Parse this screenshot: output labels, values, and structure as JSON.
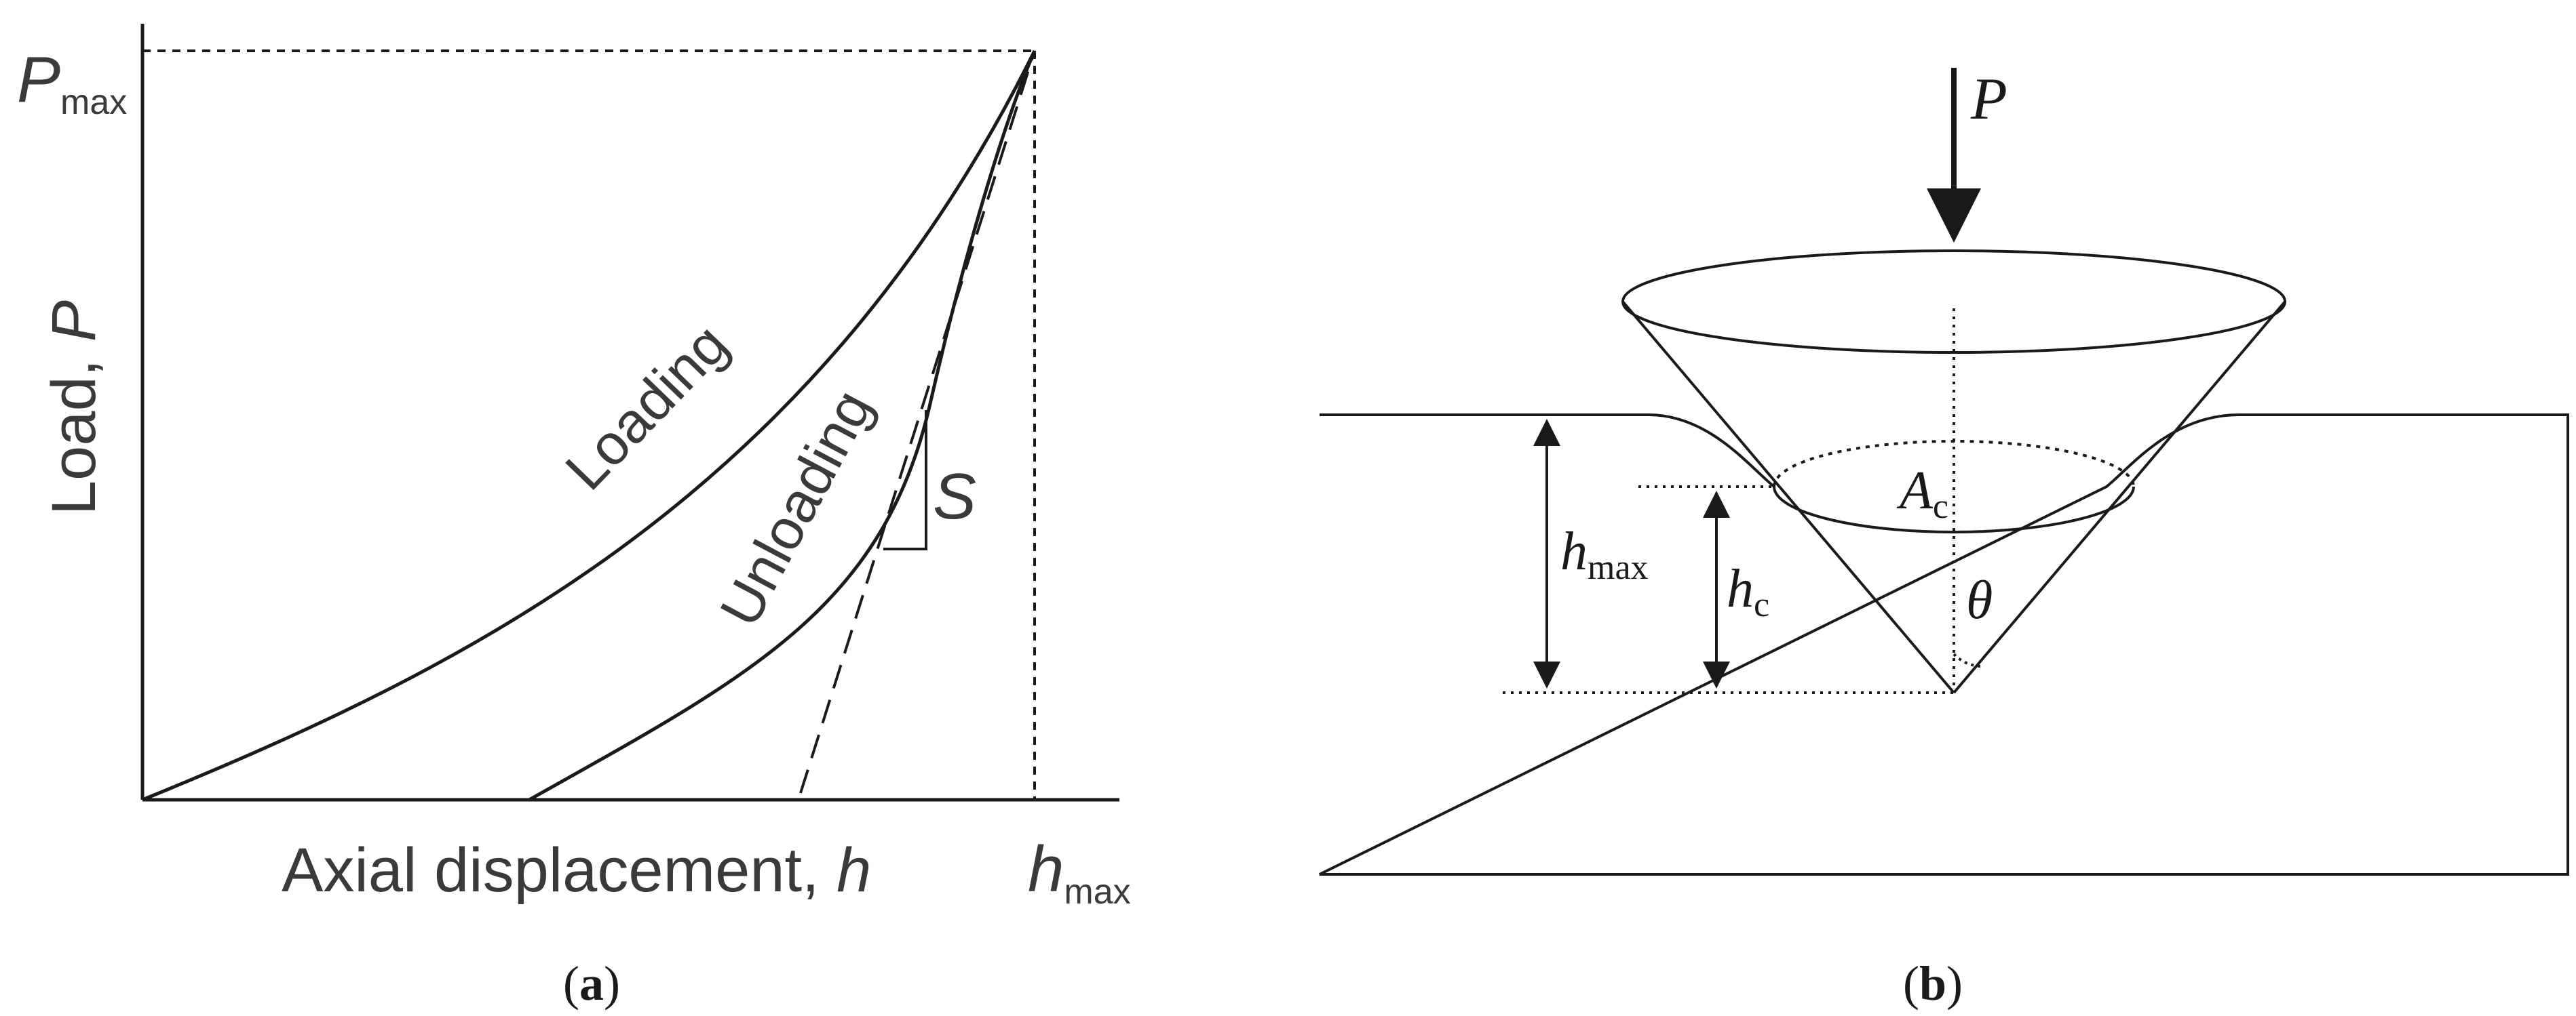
{
  "panel_a": {
    "caption_letter": "a",
    "y_axis_label": "Load, ",
    "y_axis_symbol": "P",
    "x_axis_label": "Axial displacement, ",
    "x_axis_symbol": "h",
    "pmax_symbol": "P",
    "pmax_subscript": "max",
    "hmax_symbol": "h",
    "hmax_subscript": "max",
    "loading_label": "Loading",
    "unloading_label": "Unloading",
    "stiffness_label": "S",
    "colors": {
      "line": "#1a1a1a"
    }
  },
  "panel_b": {
    "caption_letter": "b",
    "load_symbol": "P",
    "contact_area_symbol": "A",
    "contact_area_subscript": "c",
    "hmax_symbol": "h",
    "hmax_subscript": "max",
    "hc_symbol": "h",
    "hc_subscript": "c",
    "angle_symbol": "θ",
    "colors": {
      "line": "#1a1a1a"
    }
  }
}
